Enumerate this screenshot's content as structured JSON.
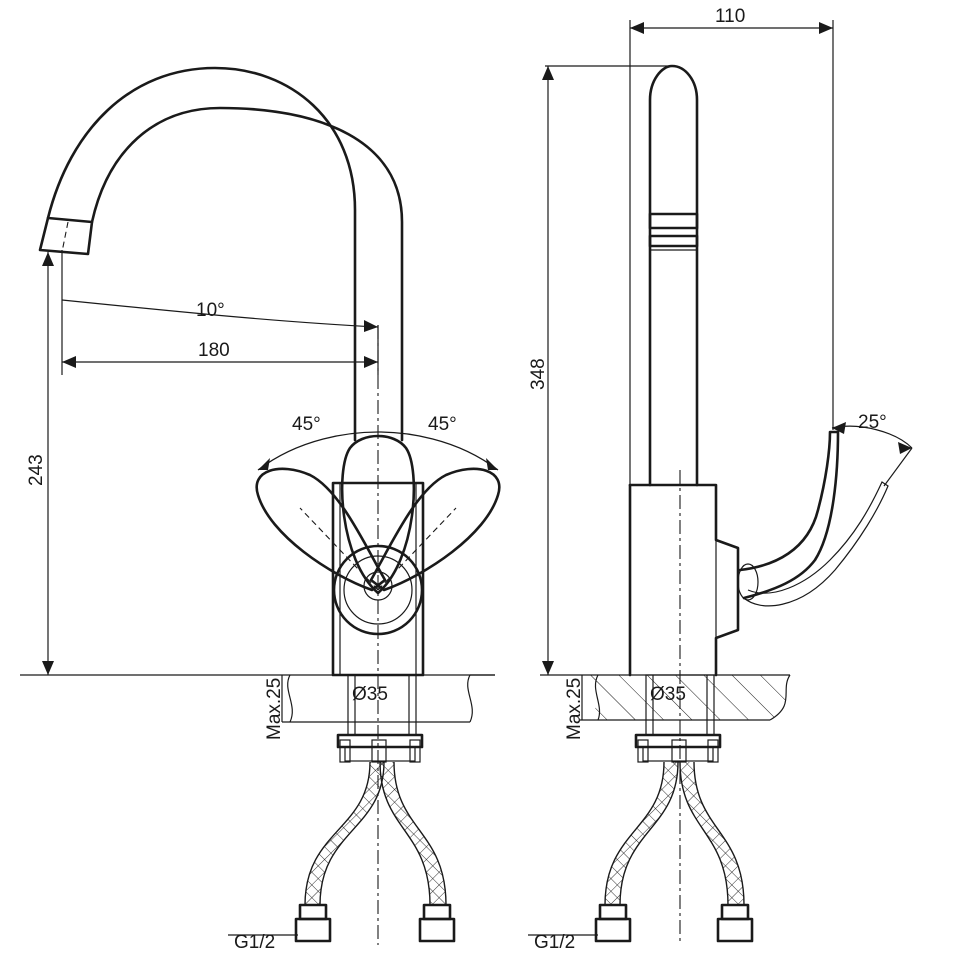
{
  "dimensions": {
    "left_view": {
      "angle_spout": "10°",
      "reach": "180",
      "height": "243",
      "angle_left": "45°",
      "angle_right": "45°",
      "max_thickness": "Max.25",
      "diameter": "Ø35",
      "thread": "G1/2"
    },
    "right_view": {
      "width": "110",
      "height": "348",
      "angle_lever": "25°",
      "max_thickness": "Max.25",
      "diameter": "Ø35",
      "thread": "G1/2"
    }
  }
}
